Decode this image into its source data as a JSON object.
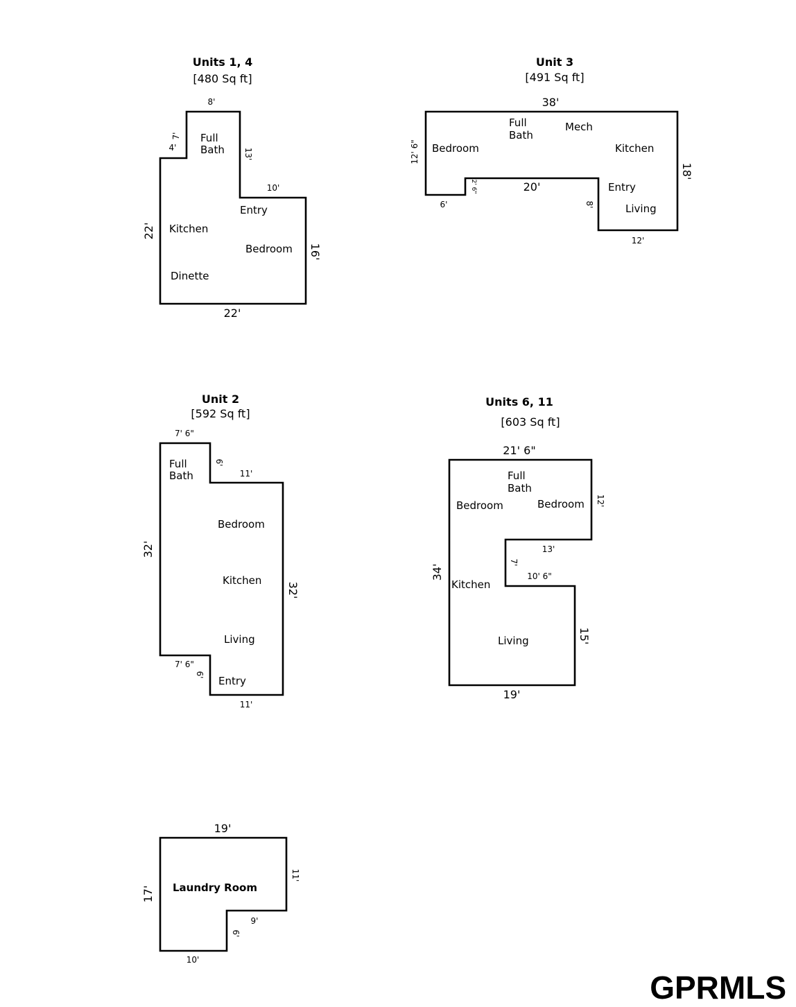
{
  "units_1_4": {
    "title": "Units 1, 4",
    "area": "[480 Sq ft]",
    "rooms": {
      "full": "Full",
      "bath": "Bath",
      "entry": "Entry",
      "kitchen": "Kitchen",
      "bedroom": "Bedroom",
      "dinette": "Dinette"
    },
    "dims": {
      "top": "8'",
      "step_v": "7'",
      "step_h": "4'",
      "inner_v": "13'",
      "ledge": "10'",
      "left": "22'",
      "right": "16'",
      "bottom": "22'"
    }
  },
  "unit_3": {
    "title": "Unit 3",
    "area": "[491 Sq ft]",
    "rooms": {
      "full": "Full",
      "bath": "Bath",
      "mech": "Mech",
      "bedroom": "Bedroom",
      "kitchen": "Kitchen",
      "entry": "Entry",
      "living": "Living"
    },
    "dims": {
      "top": "38'",
      "left": "12' 6\"",
      "right": "18'",
      "notch_v": "2' 6\"",
      "inner_h": "20'",
      "bottom_left": "6'",
      "inner_v": "8'",
      "bottom_right": "12'"
    }
  },
  "unit_2": {
    "title": "Unit 2",
    "area": "[592 Sq ft]",
    "rooms": {
      "full": "Full",
      "bath": "Bath",
      "bedroom": "Bedroom",
      "kitchen": "Kitchen",
      "living": "Living",
      "entry": "Entry"
    },
    "dims": {
      "top": "7' 6\"",
      "top_v": "6'",
      "ledge": "11'",
      "left": "32'",
      "right": "32'",
      "bottom_step": "7' 6\"",
      "bottom_v": "6'",
      "bottom": "11'"
    }
  },
  "units_6_11": {
    "title": "Units 6, 11",
    "area": "[603 Sq ft]",
    "rooms": {
      "full": "Full",
      "bath": "Bath",
      "bedroom_left": "Bedroom",
      "bedroom_right": "Bedroom",
      "kitchen": "Kitchen",
      "living": "Living"
    },
    "dims": {
      "top": "21' 6\"",
      "right_top": "12'",
      "notch_top": "13'",
      "notch_v": "7'",
      "notch_bottom": "10' 6\"",
      "left": "34'",
      "right_bottom": "15'",
      "bottom": "19'"
    }
  },
  "laundry": {
    "rooms": {
      "laundry": "Laundry Room"
    },
    "dims": {
      "top": "19'",
      "left": "17'",
      "right": "11'",
      "step_h": "9'",
      "step_v": "6'",
      "bottom": "10'"
    }
  },
  "logo": {
    "text": "GPRMLS"
  }
}
